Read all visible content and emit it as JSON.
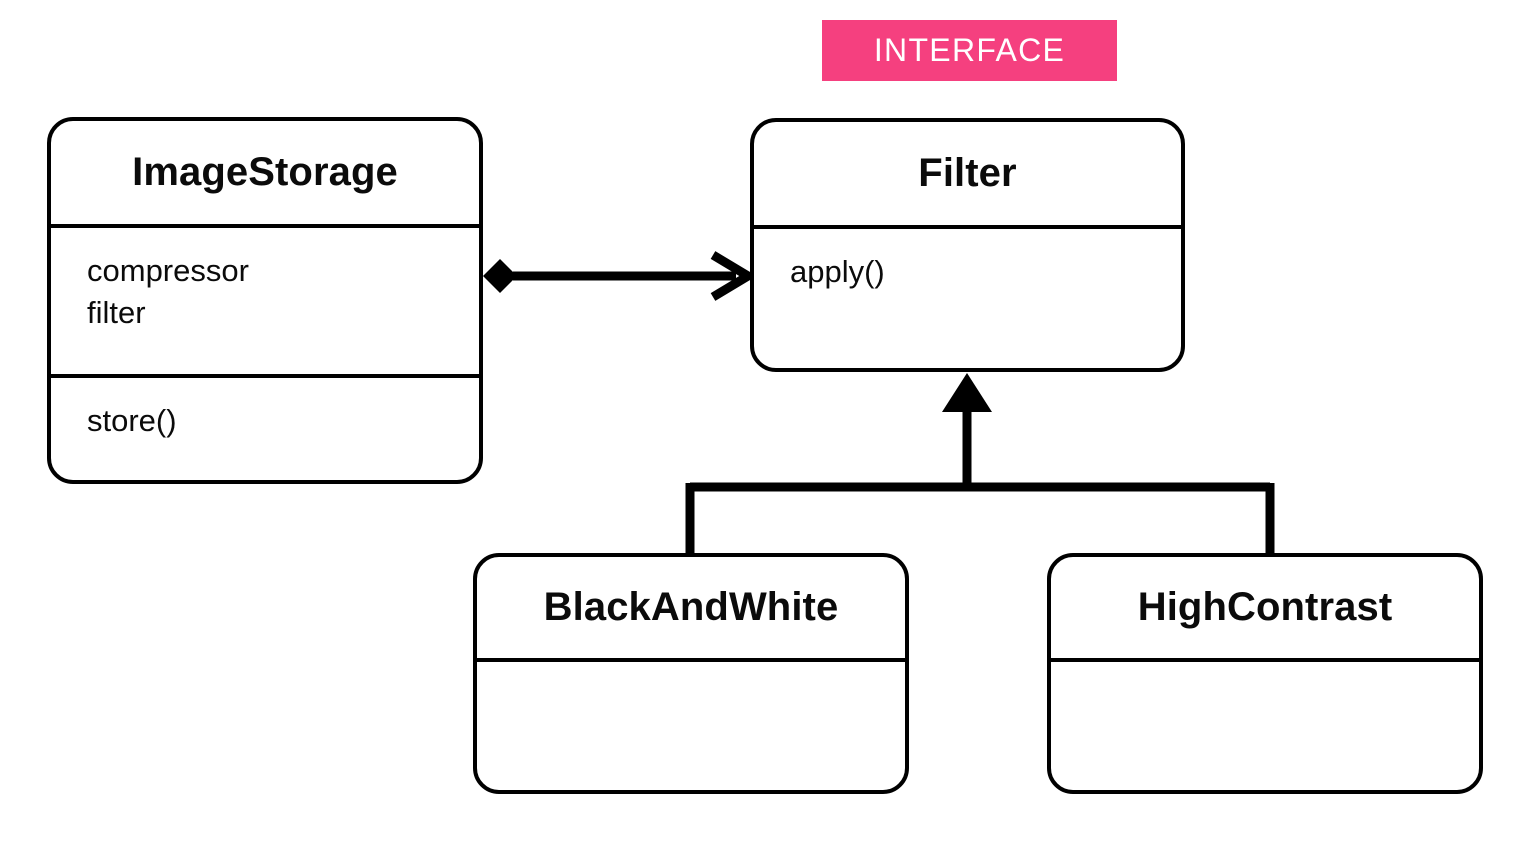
{
  "diagram": {
    "type": "uml-class-diagram",
    "background": "#ffffff",
    "stroke_color": "#000000",
    "text_color": "#0b0b0b",
    "accent_color": "#f5407f"
  },
  "stereotype": {
    "label": "INTERFACE",
    "background": "#f5407f",
    "text_color": "#ffffff"
  },
  "classes": {
    "image_storage": {
      "name": "ImageStorage",
      "attributes": [
        "compressor",
        "filter"
      ],
      "methods": [
        "store()"
      ]
    },
    "filter": {
      "name": "Filter",
      "methods": [
        "apply()"
      ]
    },
    "black_and_white": {
      "name": "BlackAndWhite",
      "members": []
    },
    "high_contrast": {
      "name": "HighContrast",
      "members": []
    }
  },
  "relationships": [
    {
      "id": "composition",
      "kind": "composition",
      "from": "ImageStorage",
      "to": "Filter",
      "source_decoration": "filled-diamond",
      "target_decoration": "open-arrow"
    },
    {
      "id": "inheritance-bw",
      "kind": "generalization",
      "from": "BlackAndWhite",
      "to": "Filter",
      "target_decoration": "filled-triangle"
    },
    {
      "id": "inheritance-hc",
      "kind": "generalization",
      "from": "HighContrast",
      "to": "Filter",
      "target_decoration": "filled-triangle"
    }
  ]
}
